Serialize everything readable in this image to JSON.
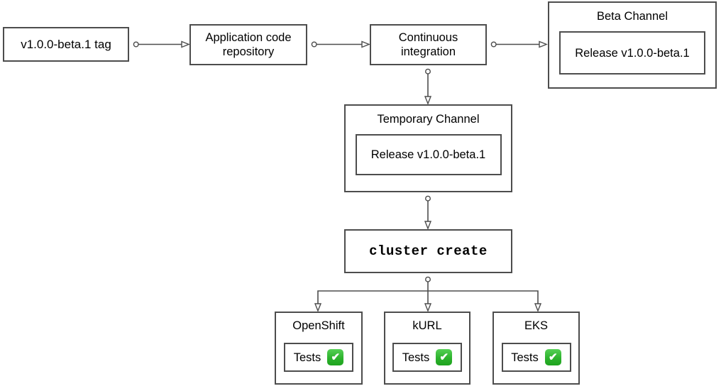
{
  "diagram": {
    "background_color": "#ffffff",
    "stroke_color": "#4d4d4d",
    "text_color": "#000000",
    "nodes": {
      "tag": {
        "label": "v1.0.0-beta.1 tag"
      },
      "repository": {
        "label": "Application code repository"
      },
      "ci": {
        "label": "Continuous integration"
      },
      "beta_channel": {
        "title": "Beta Channel",
        "release_label": "Release v1.0.0-beta.1"
      },
      "temporary_channel": {
        "title": "Temporary Channel",
        "release_label": "Release v1.0.0-beta.1"
      },
      "cluster_create": {
        "label": "cluster create"
      }
    },
    "platforms": [
      {
        "title": "OpenShift",
        "tests_label": "Tests"
      },
      {
        "title": "kURL",
        "tests_label": "Tests"
      },
      {
        "title": "EKS",
        "tests_label": "Tests"
      }
    ],
    "icons": {
      "check": {
        "name": "white-heavy-check-mark",
        "glyph": "✔",
        "color": "#2db22d"
      }
    }
  }
}
